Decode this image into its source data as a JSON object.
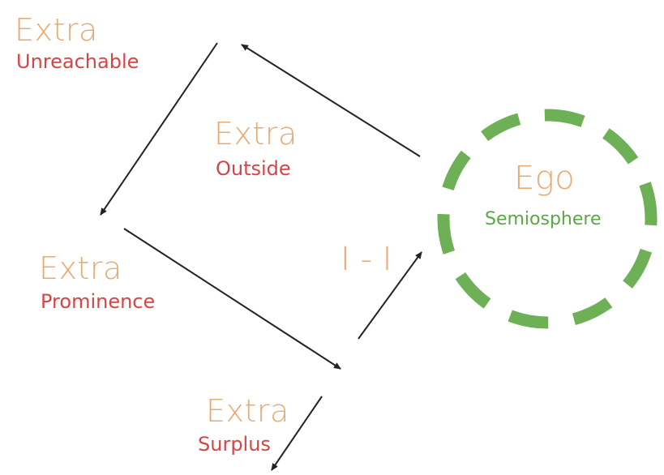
{
  "colors": {
    "extra": "#e8aa72",
    "sub": "#d64545",
    "ego_ring": "#6db055",
    "semiosphere": "#5aa844",
    "arrow": "#222222"
  },
  "nodes": {
    "unreachable": {
      "title": "Extra",
      "subtitle": "Unreachable"
    },
    "outside": {
      "title": "Extra",
      "subtitle": "Outside"
    },
    "prominence": {
      "title": "Extra",
      "subtitle": "Prominence"
    },
    "surplus": {
      "title": "Extra",
      "subtitle": "Surplus"
    },
    "ego": {
      "title": "Ego",
      "subtitle": "Semiosphere"
    }
  },
  "edge_label": "I - I"
}
